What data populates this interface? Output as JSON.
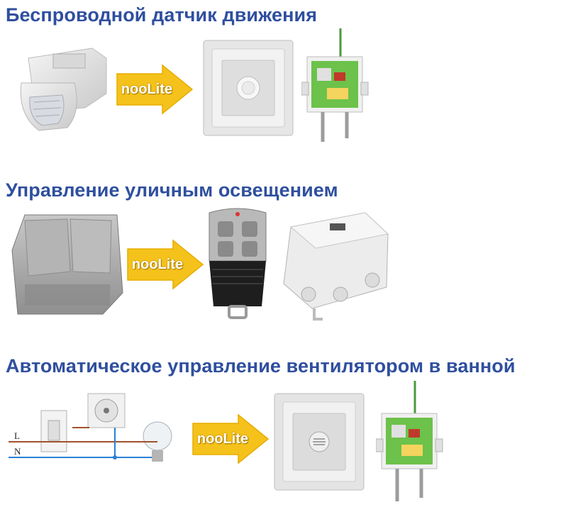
{
  "sections": [
    {
      "title": "Беспроводной датчик движения",
      "arrow_label": "nooLite"
    },
    {
      "title": "Управление уличным освещением",
      "arrow_label": "nooLite"
    },
    {
      "title": "Автоматическое управление вентилятором в ванной",
      "arrow_label": "nooLite"
    }
  ],
  "wiring": {
    "line_label": "L",
    "neutral_label": "N"
  },
  "colors": {
    "heading": "#2f4f9e",
    "arrow": "#f5c21b",
    "line_wire": "#a0522d",
    "neutral_wire": "#2b7fd6"
  }
}
